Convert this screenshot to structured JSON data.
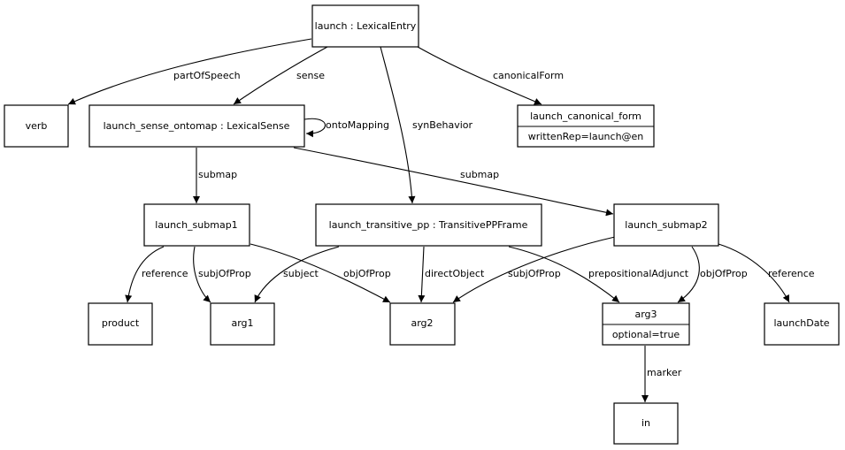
{
  "nodes": {
    "launch": "launch : LexicalEntry",
    "verb": "verb",
    "sense": "launch_sense_ontomap : LexicalSense",
    "canonical": "launch_canonical_form",
    "canonical_attr": "writtenRep=launch@en",
    "submap1": "launch_submap1",
    "transitive": "launch_transitive_pp : TransitivePPFrame",
    "submap2": "launch_submap2",
    "product": "product",
    "arg1": "arg1",
    "arg2": "arg2",
    "arg3": "arg3",
    "arg3_attr": "optional=true",
    "launchDate": "launchDate",
    "in": "in"
  },
  "edges": {
    "partOfSpeech": "partOfSpeech",
    "sense": "sense",
    "canonicalForm": "canonicalForm",
    "synBehavior": "synBehavior",
    "ontoMapping": "ontoMapping",
    "submap_1": "submap",
    "submap_2": "submap",
    "reference_1": "reference",
    "subjOfProp_1": "subjOfProp",
    "objOfProp_1": "objOfProp",
    "subject": "subject",
    "directObject": "directObject",
    "prepositionalAdjunct": "prepositionalAdjunct",
    "subjOfProp_2": "subjOfProp",
    "objOfProp_2": "objOfProp",
    "reference_2": "reference",
    "marker": "marker"
  }
}
